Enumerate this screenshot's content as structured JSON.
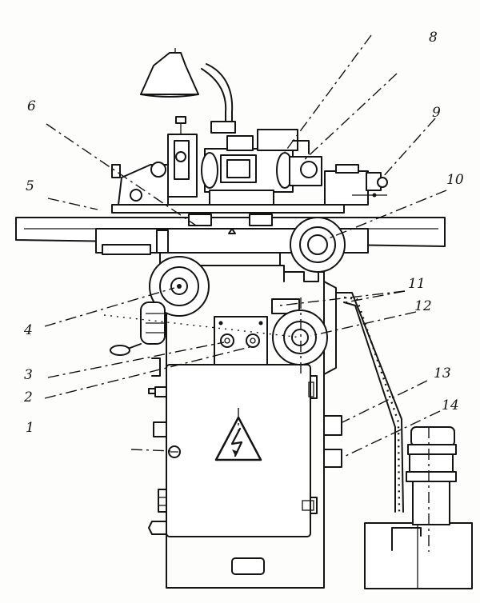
{
  "diagram": {
    "labels": {
      "l1": "1",
      "l2": "2",
      "l3": "3",
      "l4": "4",
      "l5": "5",
      "l6": "6",
      "l7": "8",
      "l8": "9",
      "l9": "10",
      "l10": "11",
      "l11": "12",
      "l12": "13",
      "l13": "14"
    },
    "colors": {
      "ink": "#141414",
      "paper": "#fdfdfb"
    },
    "icons": {
      "warning": "high-voltage-warning-icon"
    }
  }
}
